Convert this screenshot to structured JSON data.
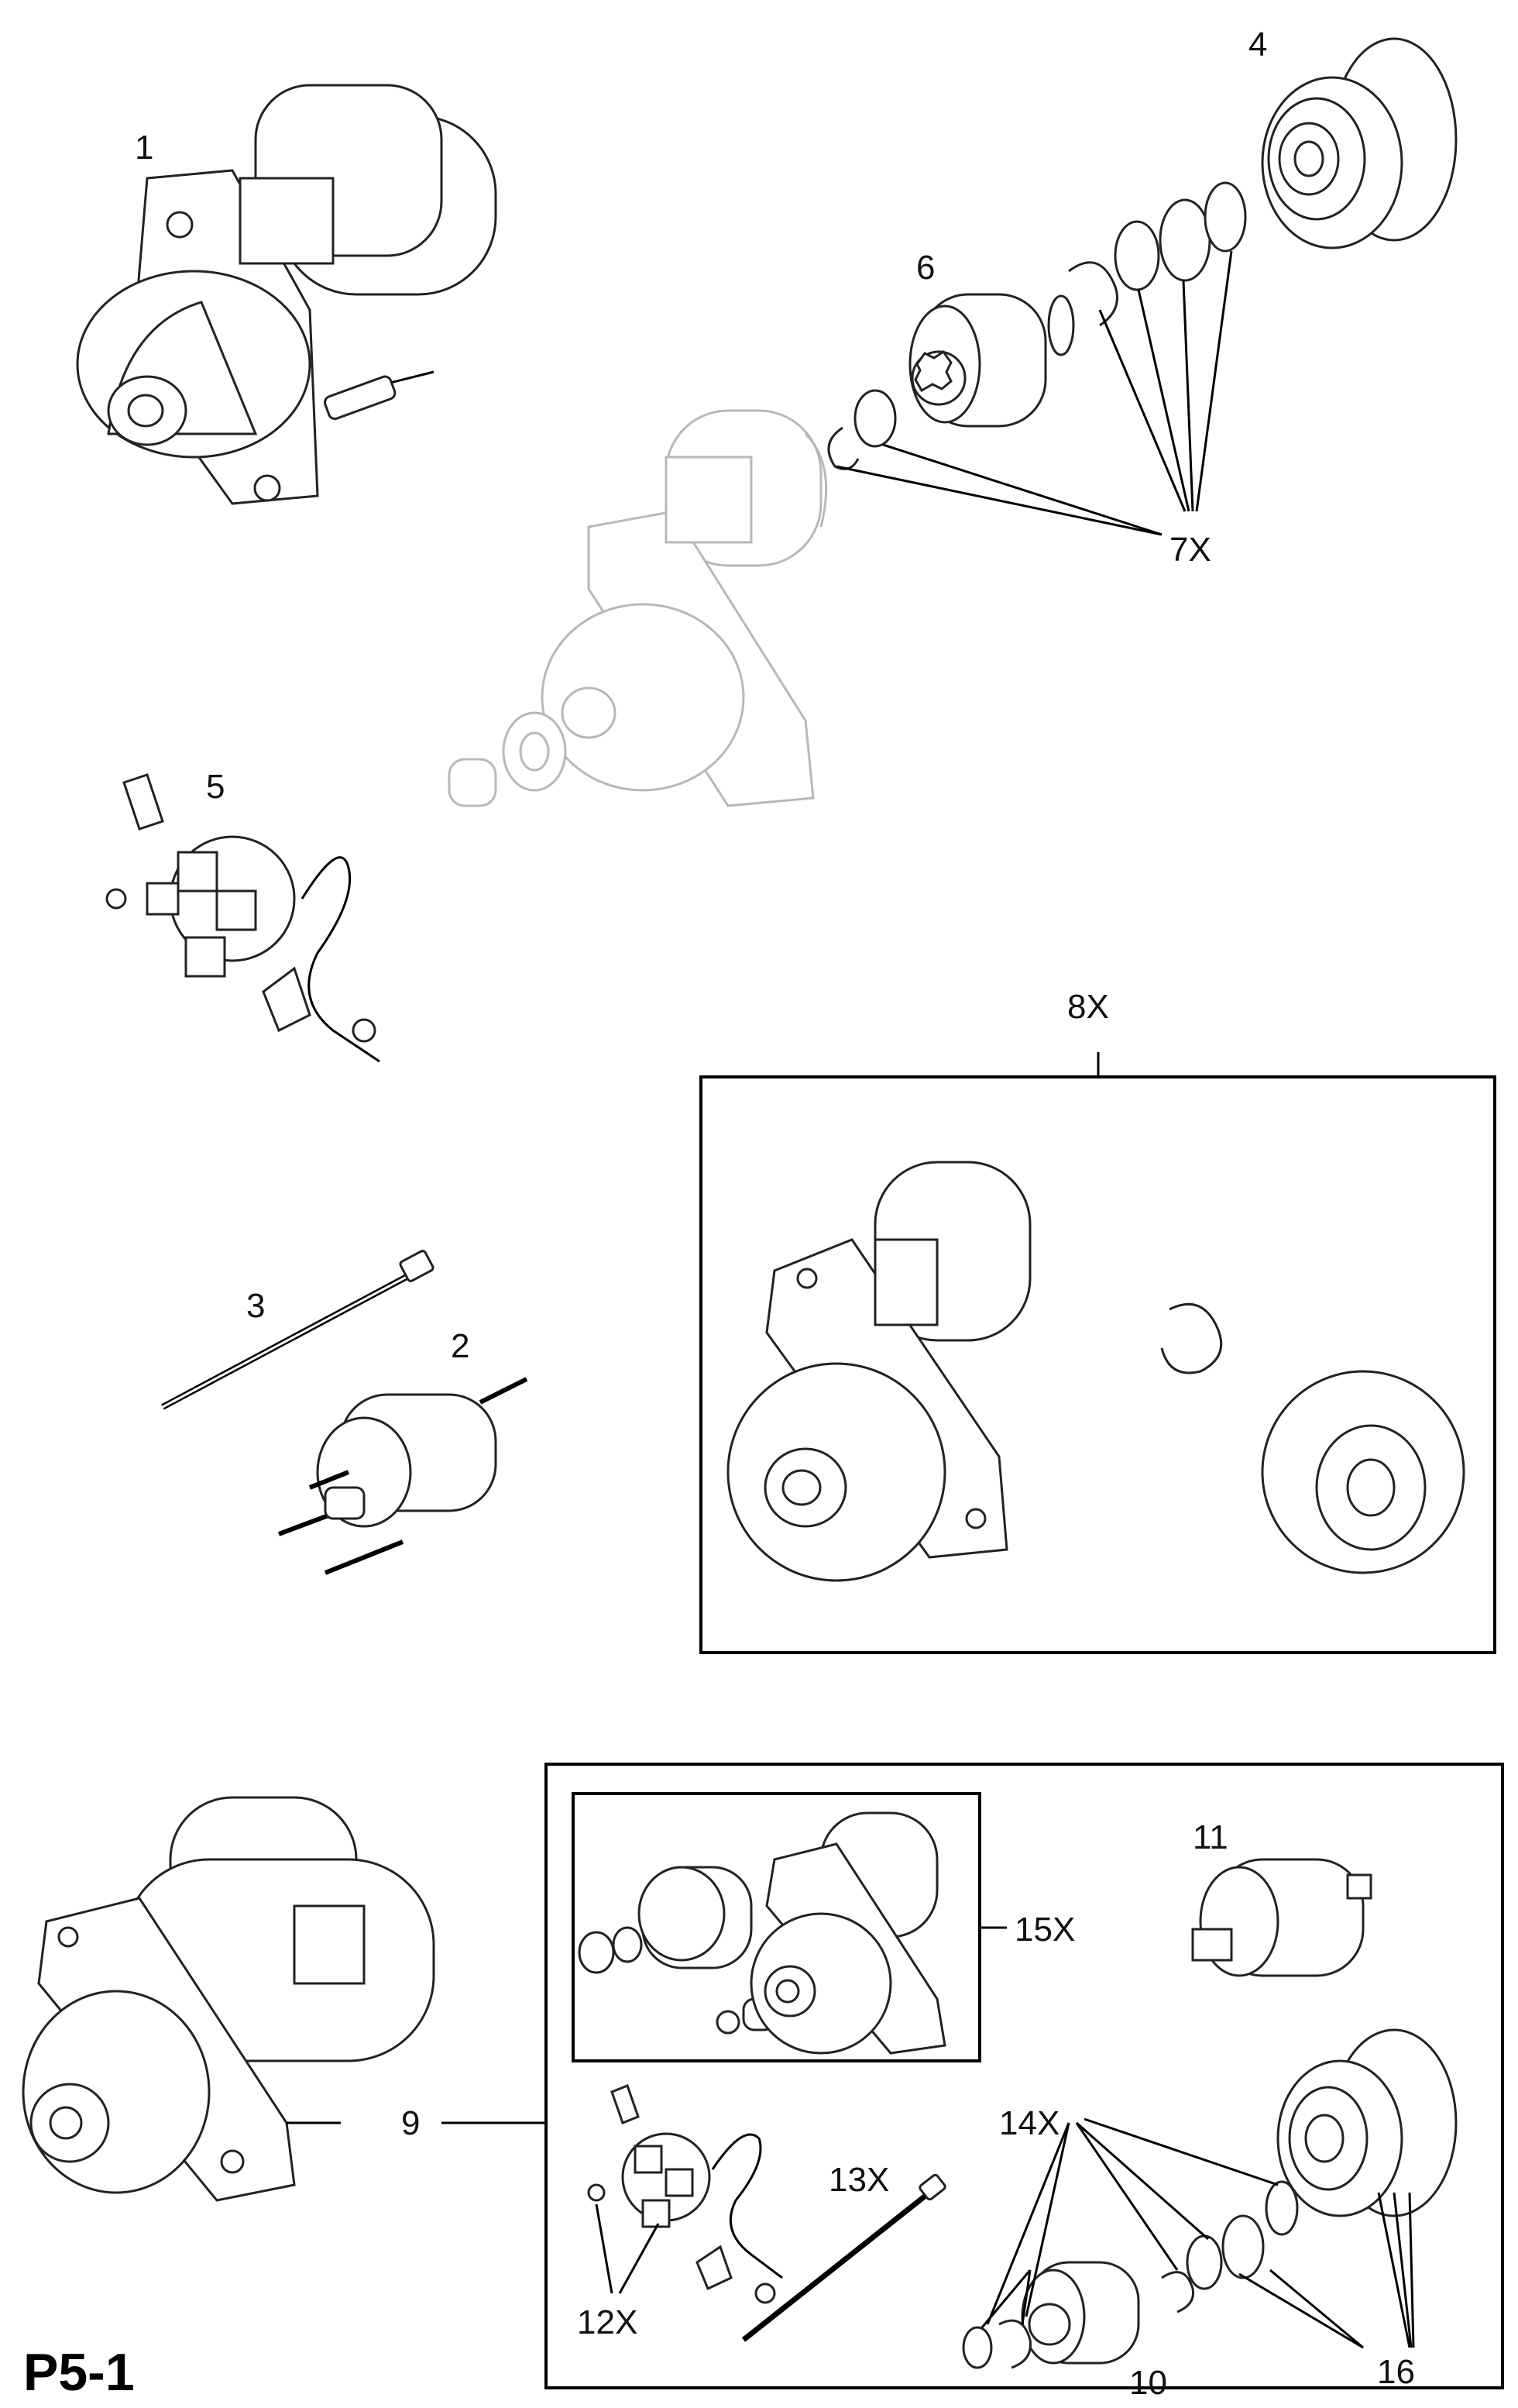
{
  "page": {
    "code": "P5-1"
  },
  "callouts": {
    "c1": "1",
    "c2": "2",
    "c3": "3",
    "c4": "4",
    "c5": "5",
    "c6": "6",
    "c7": "7X",
    "c8": "8X",
    "c9": "9",
    "c10": "10",
    "c11": "11",
    "c12": "12X",
    "c13": "13X",
    "c14": "14X",
    "c15": "15X",
    "c16": "16"
  }
}
